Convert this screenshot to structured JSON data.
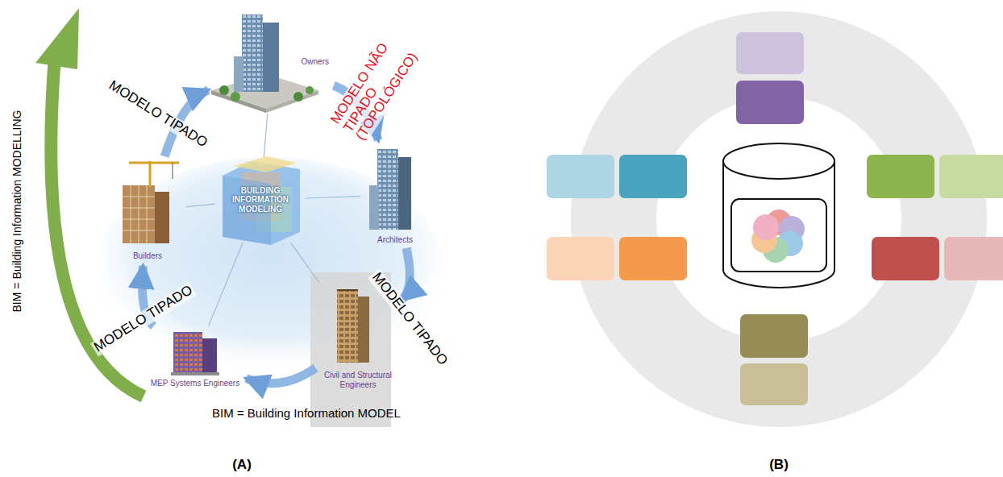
{
  "diagram": {
    "nodes": [
      {
        "text": [
          "BUILDING INFORMATION MODELING"
        ]
      },
      {
        "text": [
          "Owners"
        ]
      },
      {
        "text": [
          "Architects"
        ]
      },
      {
        "text": [
          "Civil and Structural Engineers"
        ]
      },
      {
        "text": [
          "MEP Systems Engineers"
        ]
      },
      {
        "text": [
          "Builders"
        ]
      }
    ],
    "edges": [
      {
        "from": 1,
        "to": 2,
        "arrow": "to"
      },
      {
        "from": 2,
        "to": 3,
        "arrow": "to"
      },
      {
        "from": 3,
        "to": 4,
        "arrow": "to"
      },
      {
        "from": 4,
        "to": 5,
        "arrow": "to"
      },
      {
        "from": 5,
        "to": 1,
        "arrow": "to"
      },
      {
        "from": 0,
        "to": 1,
        "arrow": "none"
      },
      {
        "from": 0,
        "to": 2,
        "arrow": "none"
      },
      {
        "from": 0,
        "to": 3,
        "arrow": "none"
      },
      {
        "from": 0,
        "to": 4,
        "arrow": "none"
      },
      {
        "from": 0,
        "to": 5,
        "arrow": "none"
      }
    ],
    "labels": [
      "MODELO TIPADO",
      "MODELO NÃO TIPADO (TOPOLÓGICO)",
      "MODELO TIPADO",
      "MODELO TIPADO",
      "BIM = Building Information MODELLING",
      "BIM = Building Information MODEL",
      "(A)",
      "(B)"
    ]
  }
}
